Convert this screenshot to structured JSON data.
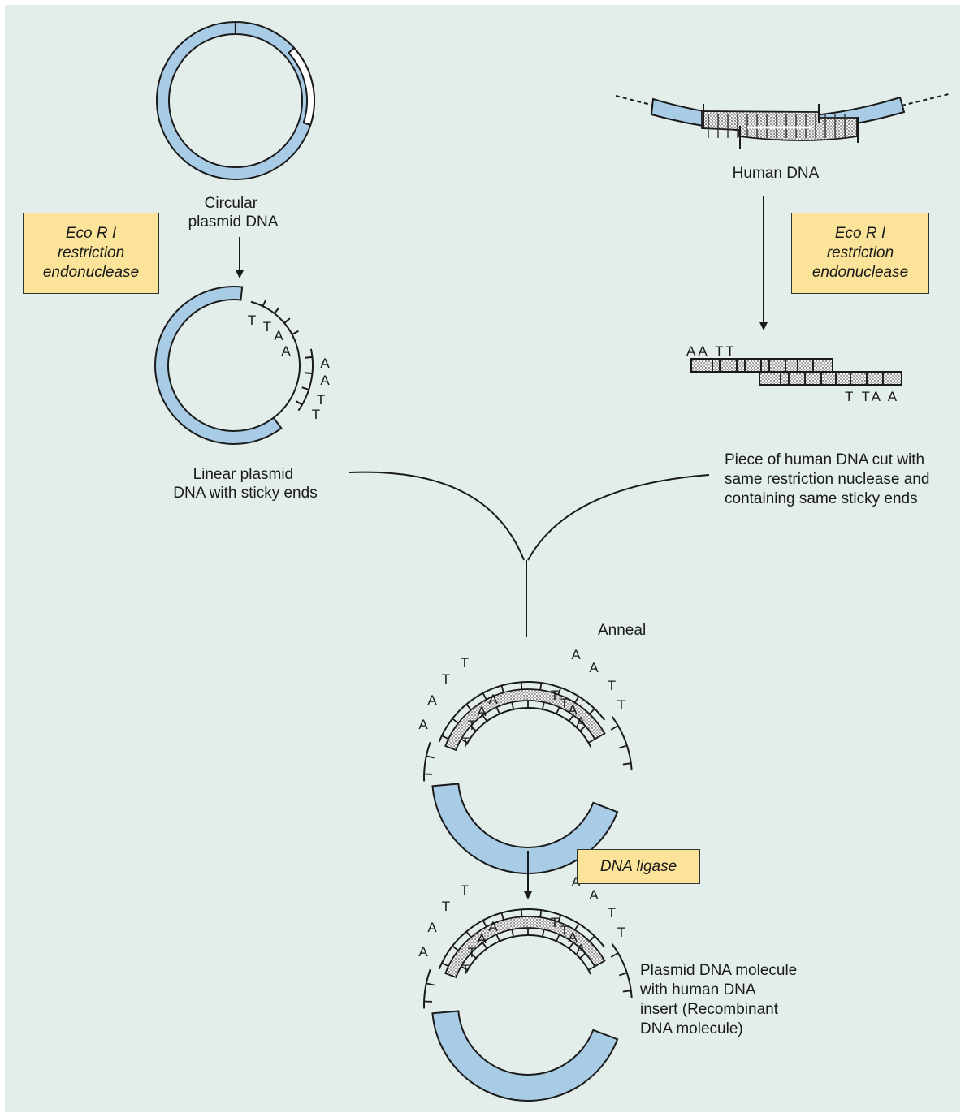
{
  "colors": {
    "background": "#e3eeea",
    "plasmid": "#a8cce6",
    "enzyme_box": "#fbe49a",
    "outline": "#1a1a1a"
  },
  "labels": {
    "circular_plasmid": [
      "Circular",
      "plasmid DNA"
    ],
    "linear_plasmid": [
      "Linear plasmid",
      "DNA with sticky ends"
    ],
    "human_dna": "Human DNA",
    "human_piece": [
      "Piece of human DNA cut with",
      "same restriction nuclease and",
      "containing same sticky ends"
    ],
    "anneal": "Anneal",
    "recombinant": [
      "Plasmid DNA molecule",
      "with human DNA",
      "insert (Recombinant",
      "DNA molecule)"
    ]
  },
  "enzymes": {
    "left": [
      "Eco R I",
      "restriction",
      "endonuclease"
    ],
    "right": [
      "Eco R I",
      "restriction",
      "endonuclease"
    ],
    "ligase": "DNA ligase"
  },
  "bases": {
    "linear_plasmid_left": [
      "T",
      "T",
      "A",
      "A"
    ],
    "linear_plasmid_right": [
      "A",
      "A",
      "T",
      "T"
    ],
    "human_fragment_top": "AA TT",
    "human_fragment_bottom": "T TA A",
    "anneal_outer_left": [
      "T",
      "T",
      "A",
      "A"
    ],
    "anneal_inner_left": [
      "A",
      "A",
      "T",
      "T"
    ],
    "anneal_inner_right": [
      "T",
      "T",
      "A",
      "A"
    ],
    "anneal_outer_right": [
      "A",
      "A",
      "T",
      "T"
    ],
    "final_outer_left": [
      "T",
      "T",
      "A",
      "A"
    ],
    "final_inner_left": [
      "A",
      "A",
      "T",
      "T"
    ],
    "final_inner_right": [
      "T",
      "T",
      "A",
      "A"
    ],
    "final_outer_right": [
      "A",
      "A",
      "T",
      "T"
    ]
  }
}
